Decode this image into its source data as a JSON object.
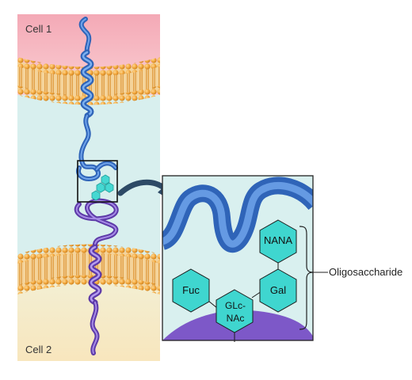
{
  "labels": {
    "cell1": "Cell 1",
    "cell2": "Cell 2",
    "oligosaccharide": "Oligosaccharide"
  },
  "sugars": {
    "nana": "NANA",
    "gal": "Gal",
    "fuc": "Fuc",
    "glcnac_line1": "GLc-",
    "glcnac_line2": "NAc"
  },
  "colors": {
    "cell1_bg": "#f6b3bd",
    "extracellular_bg": "#d8efee",
    "cell2_bg": "#f7ebc8",
    "lipid_head": "#f0a43a",
    "lipid_tail": "#d9891f",
    "protein1": "#3d78cc",
    "protein2": "#7d58c8",
    "sugar_fill": "#3fd6cf",
    "inset_bg": "#d9f0ef"
  },
  "icons": {
    "arrow": "curved-arrow-icon",
    "bracket": "bracket-icon"
  }
}
